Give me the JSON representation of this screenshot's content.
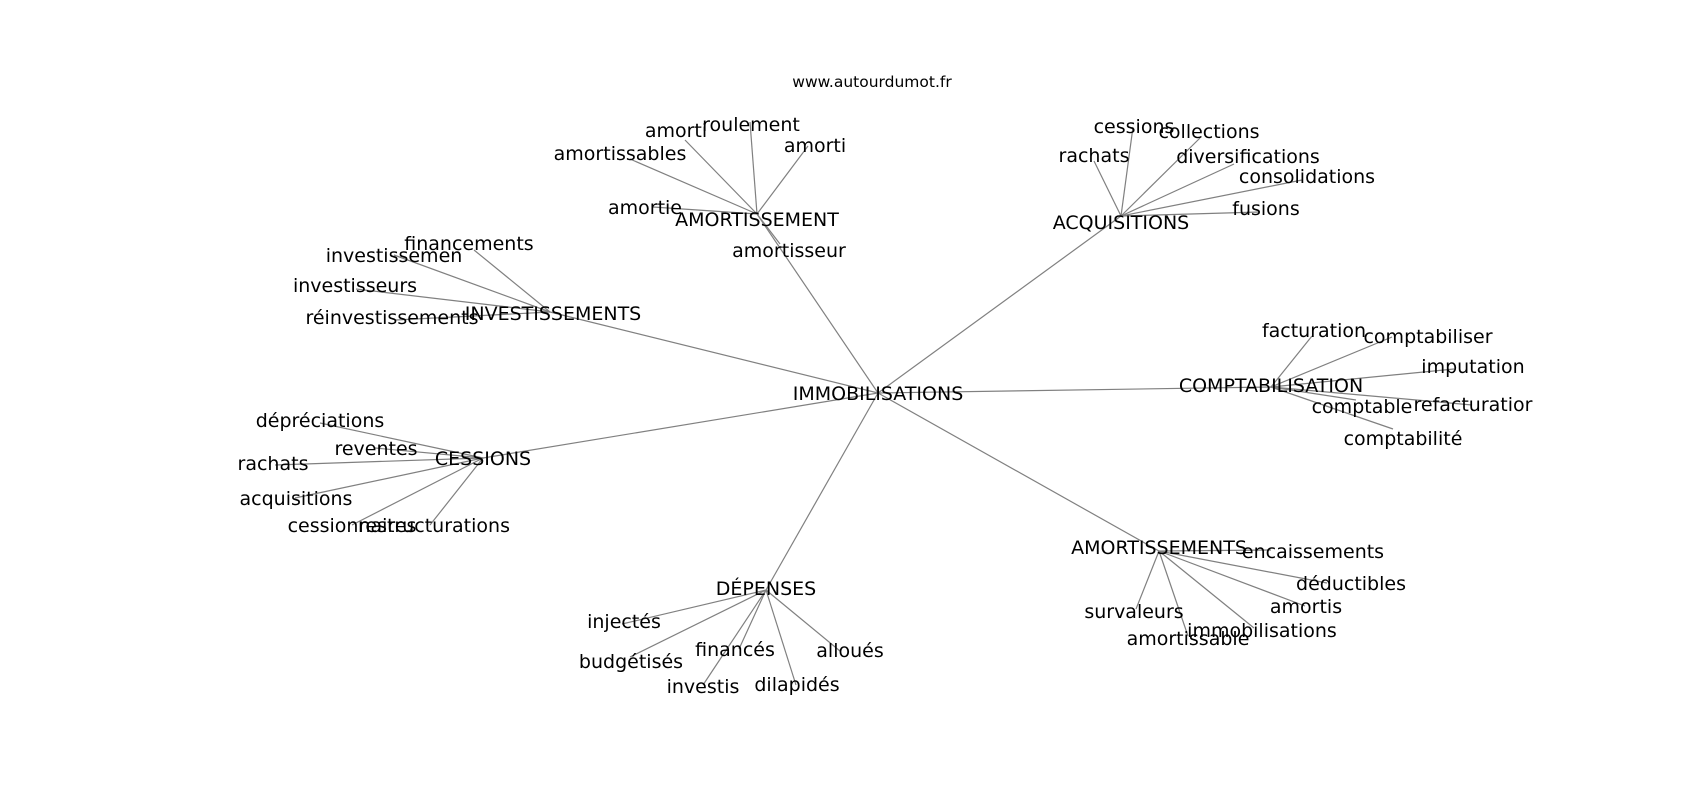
{
  "source_label": "www.autourdumot.fr",
  "center": "IMMOBILISATIONS",
  "clusters": [
    {
      "key": "amortissement",
      "label": "AMORTISSEMENT",
      "words": [
        "amortissables",
        "amorti",
        "roulement",
        "amorti",
        "amortie",
        "amortisseur"
      ]
    },
    {
      "key": "acquisitions",
      "label": "ACQUISITIONS",
      "words": [
        "cessions",
        "rachats",
        "collections",
        "diversifications",
        "consolidations",
        "fusions"
      ]
    },
    {
      "key": "investissements",
      "label": "INVESTISSEMENTS",
      "words": [
        "financements",
        "investissemen",
        "investisseurs",
        "réinvestissements"
      ]
    },
    {
      "key": "comptabilisation",
      "label": "COMPTABILISATION",
      "words": [
        "facturation",
        "comptabiliser",
        "imputation",
        "refacturatior",
        "comptable",
        "comptabilité"
      ]
    },
    {
      "key": "cessions",
      "label": "CESSIONS",
      "words": [
        "dépréciations",
        "reventes",
        "rachats",
        "acquisitions",
        "cessionnaires",
        "restructurations"
      ]
    },
    {
      "key": "amortissements",
      "label": "AMORTISSEMENTS",
      "words": [
        "encaissements",
        "déductibles",
        "amortis",
        "immobilisations",
        "amortissable",
        "survaleurs"
      ]
    },
    {
      "key": "depenses",
      "label": "DÉPENSES",
      "words": [
        "injectés",
        "budgétisés",
        "financés",
        "investis",
        "dilapidés",
        "alloués"
      ]
    }
  ]
}
